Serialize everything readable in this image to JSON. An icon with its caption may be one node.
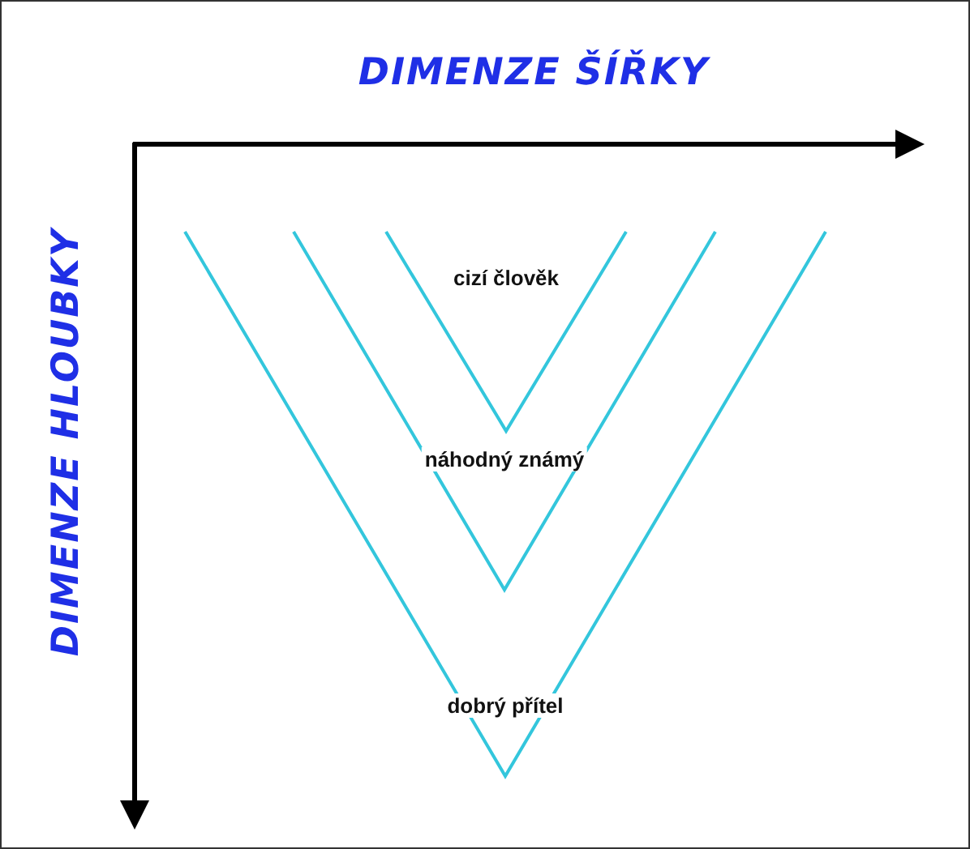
{
  "diagram": {
    "nodes": [
      {
        "text": [
          "dobrý přítel"
        ]
      },
      {
        "text": [
          "náhodný známý"
        ],
        "in": 0
      },
      {
        "text": [
          "cizí člověk"
        ],
        "in": 1
      }
    ],
    "edges": [],
    "labels": [
      "DIMENZE ŠÍŘKY",
      "DIMENZE HLOUBKY"
    ]
  }
}
